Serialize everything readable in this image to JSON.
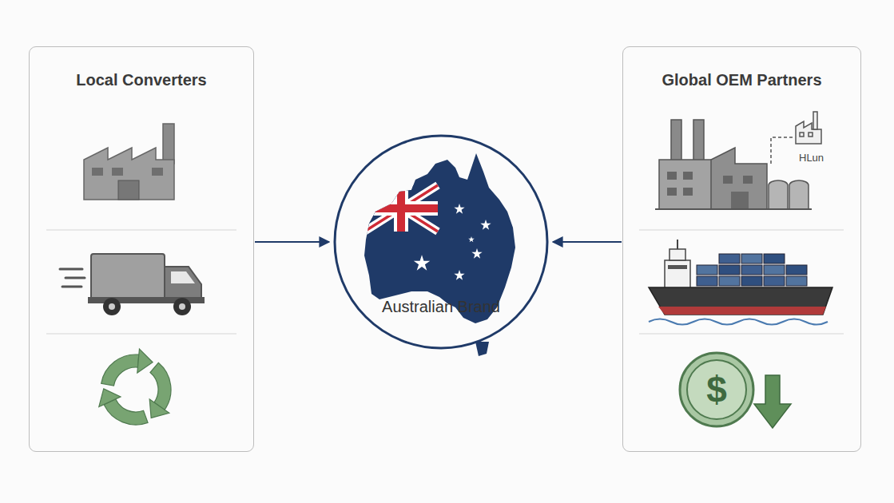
{
  "diagram": {
    "nodes": [
      {
        "text": [
          "Local Converters"
        ]
      },
      {
        "text": [
          "Australian Brand"
        ]
      },
      {
        "text": [
          "Global OEM Partners"
        ]
      }
    ],
    "edges": [
      {
        "from": 0,
        "to": 1,
        "arrow": "to"
      },
      {
        "from": 2,
        "to": 1,
        "arrow": "to"
      }
    ],
    "labels": [
      "HLun",
      "$"
    ]
  }
}
